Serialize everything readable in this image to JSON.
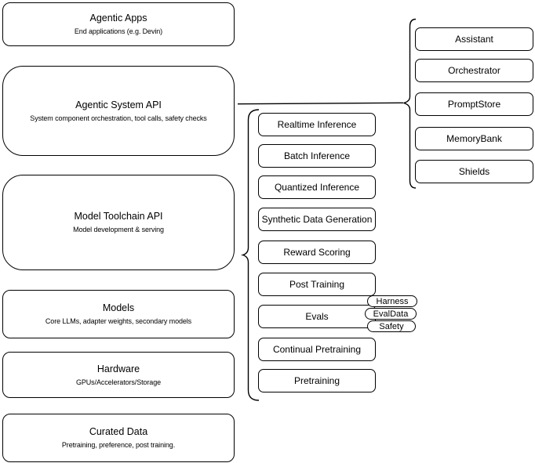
{
  "diagram": {
    "background": "#ffffff",
    "stroke_color": "#000000",
    "left_stack": {
      "items": [
        {
          "title": "Agentic Apps",
          "subtitle": "End applications (e.g. Devin)"
        },
        {
          "title": "Agentic System API",
          "subtitle": "System component orchestration, tool calls, safety checks"
        },
        {
          "title": "Model Toolchain API",
          "subtitle": "Model development & serving"
        },
        {
          "title": "Models",
          "subtitle": "Core LLMs, adapter weights, secondary models"
        },
        {
          "title": "Hardware",
          "subtitle": "GPUs/Accelerators/Storage"
        },
        {
          "title": "Curated Data",
          "subtitle": "Pretraining, preference, post training."
        }
      ]
    },
    "toolchain_group": {
      "items": [
        "Realtime Inference",
        "Batch Inference",
        "Quantized Inference",
        "Synthetic Data Generation",
        "Reward Scoring",
        "Post Training",
        "Evals",
        "Continual Pretraining",
        "Pretraining"
      ],
      "eval_tags": [
        "Harness",
        "EvalData",
        "Safety"
      ]
    },
    "system_group": {
      "items": [
        "Assistant",
        "Orchestrator",
        "PromptStore",
        "MemoryBank",
        "Shields"
      ]
    }
  }
}
